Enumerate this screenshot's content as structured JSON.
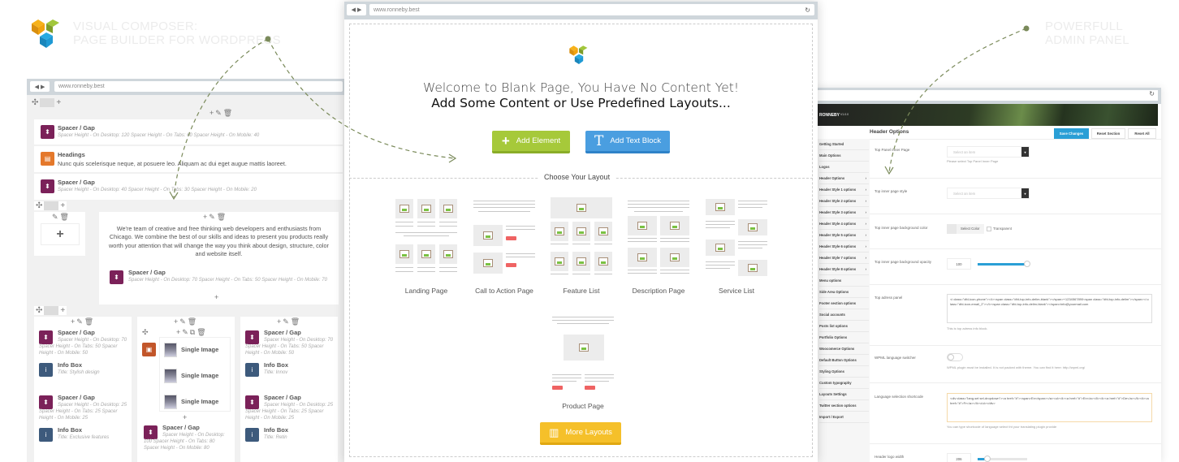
{
  "hero_left": {
    "line1": "VISUAL COMPOSER:",
    "line2": "PAGE BUILDER FOR WORDPRESS"
  },
  "hero_right": {
    "line1": "POWERFULL",
    "line2": "ADMIN PANEL"
  },
  "colors": {
    "accent_green": "#a6c93a",
    "accent_blue": "#4a9ee0",
    "accent_yellow": "#f5c02a",
    "save_blue": "#2a9fd6",
    "arrow": "#7a8a5a"
  },
  "left_browser": {
    "url": "www.ronneby.best",
    "row1": [
      {
        "title": "Spacer / Gap",
        "sub": "Spacer Height - On Desktop: 120  Spacer Height - On Tabs: 60  Spacer Height - On Mobile: 40"
      },
      {
        "title": "Headings",
        "desc": "Nunc quis scelerisque neque, at posuere leo. Aliquam ac dui eget augue mattis laoreet."
      },
      {
        "title": "Spacer / Gap",
        "sub": "Spacer Height - On Desktop: 40  Spacer Height - On Tabs: 30  Spacer Height - On Mobile: 20"
      }
    ],
    "text_block": "We're team of creative and free thinking web developers and enthusiasts from Chicago. We combine the best of our skills and ideas to present you products really worth your attention that will change the way you think about design, structure, color and website itself.",
    "row2_spacer": {
      "title": "Spacer / Gap",
      "sub": "Spacer Height - On Desktop: 70  Spacer Height - On Tabs: 50  Spacer Height - On Mobile: 70"
    },
    "col1": [
      {
        "title": "Spacer / Gap",
        "sub": "Spacer Height - On Desktop: 70  Spacer Height - On Tabs: 50  Spacer Height - On Mobile: 50"
      },
      {
        "title": "Info Box",
        "sub": "Title: Stylish design"
      },
      {
        "title": "Spacer / Gap",
        "sub": "Spacer Height - On Desktop: 25  Spacer Height - On Tabs: 25  Spacer Height - On Mobile: 25"
      },
      {
        "title": "Info Box",
        "sub": "Title: Exclusive features"
      }
    ],
    "col2": {
      "images": [
        "Single Image",
        "Single Image",
        "Single Image"
      ],
      "spacer": {
        "title": "Spacer / Gap",
        "sub": "Spacer Height - On Desktop: 100  Spacer Height - On Tabs: 80  Spacer Height - On Mobile: 80"
      }
    },
    "col3": [
      {
        "title": "Spacer / Gap",
        "sub": "Spacer Height - On Desktop: 70  Spacer Height - On Tabs: 50  Spacer Height - On Mobile: 50"
      },
      {
        "title": "Info Box",
        "sub": "Title: Innov"
      },
      {
        "title": "Spacer / Gap",
        "sub": "Spacer Height - On Desktop: 25  Spacer Height - On Tabs: 25  Spacer Height - On Mobile: 25"
      },
      {
        "title": "Info Box",
        "sub": "Title: Retin"
      }
    ]
  },
  "center_browser": {
    "url": "www.ronneby.best",
    "welcome": "Welcome to Blank Page, You Have No Content Yet!",
    "subtitle": "Add Some Content or Use Predefined Layouts...",
    "add_element": "Add Element",
    "add_text_block": "Add Text Block",
    "choose_layout": "Choose Your Layout",
    "layouts": [
      "Landing Page",
      "Call to Action Page",
      "Feature List",
      "Description Page",
      "Service List",
      "Product Page"
    ],
    "more_layouts": "More Layouts"
  },
  "right_browser": {
    "brand": "RONNEBY",
    "version": "V1.0.0",
    "title": "Header Options",
    "save": "Save Changes",
    "reset_section": "Reset Section",
    "reset_all": "Reset All",
    "sidebar": [
      "Getting Started",
      "Main Options",
      "Logos",
      "Header Options",
      "Header Style 1 options",
      "Header Style 2 options",
      "Header Style 3 options",
      "Header Style 4 options",
      "Header Style 5 options",
      "Header Style 6 options",
      "Header Style 7 options",
      "Header Style 8 options",
      "Menu options",
      "Side Area Options",
      "Footer section options",
      "Social accounts",
      "Posts list options",
      "Portfolio Options",
      "Woocomerce Options",
      "Default Button Options",
      "Styling Options",
      "Custom typography",
      "Layouts Settings",
      "Twitter section options",
      "Import / Export"
    ],
    "options": {
      "top_panel_label": "Top Panel Inner Page",
      "select_placeholder": "Select an item",
      "top_panel_help": "Please select Top Panel Inner Page",
      "style_label": "Top inner page style",
      "bg_color_label": "Top inner page background color",
      "select_color": "Select Color",
      "transparent": "Transparent",
      "opacity_label": "Top inner page background opacity",
      "opacity_value": "100",
      "opacity_fraction": 1.0,
      "adress_label": "Top adress panel",
      "adress_value": "<i class=\"dfd-icon-phone\"></i><span class=\"dfd-top-info-delim-blank\"></span>+1234567890<span class=\"dfd-top-info-delim\"></span><i class=\"dfd-icon-email_2\"></i><span class=\"dfd-top-info-delim-blank\"></span>info@yourmail.com",
      "adress_help": "This is top adress info block.",
      "wpml_label": "WPML language switcher",
      "wpml_help": "WPML plugin must be installed. It is not packed with theme. You can find it here: http://wpml.org/",
      "lang_label": "Language selection shortcode",
      "lang_value": "<div class=\"lang-sel sel-dropdown\"><a href=\"#\"><span>En</span></a><ul><li><a href=\"#\">En</a></li><li><a href=\"#\">De</a></li><li><a href=\"#\">Fr</a></li></ul></div>",
      "lang_help": "You can type shortcode of language select tht your translating plugin provide",
      "logo_width_label": "Header logo width",
      "logo_width_value": "206",
      "logo_width_fraction": 0.2
    }
  }
}
